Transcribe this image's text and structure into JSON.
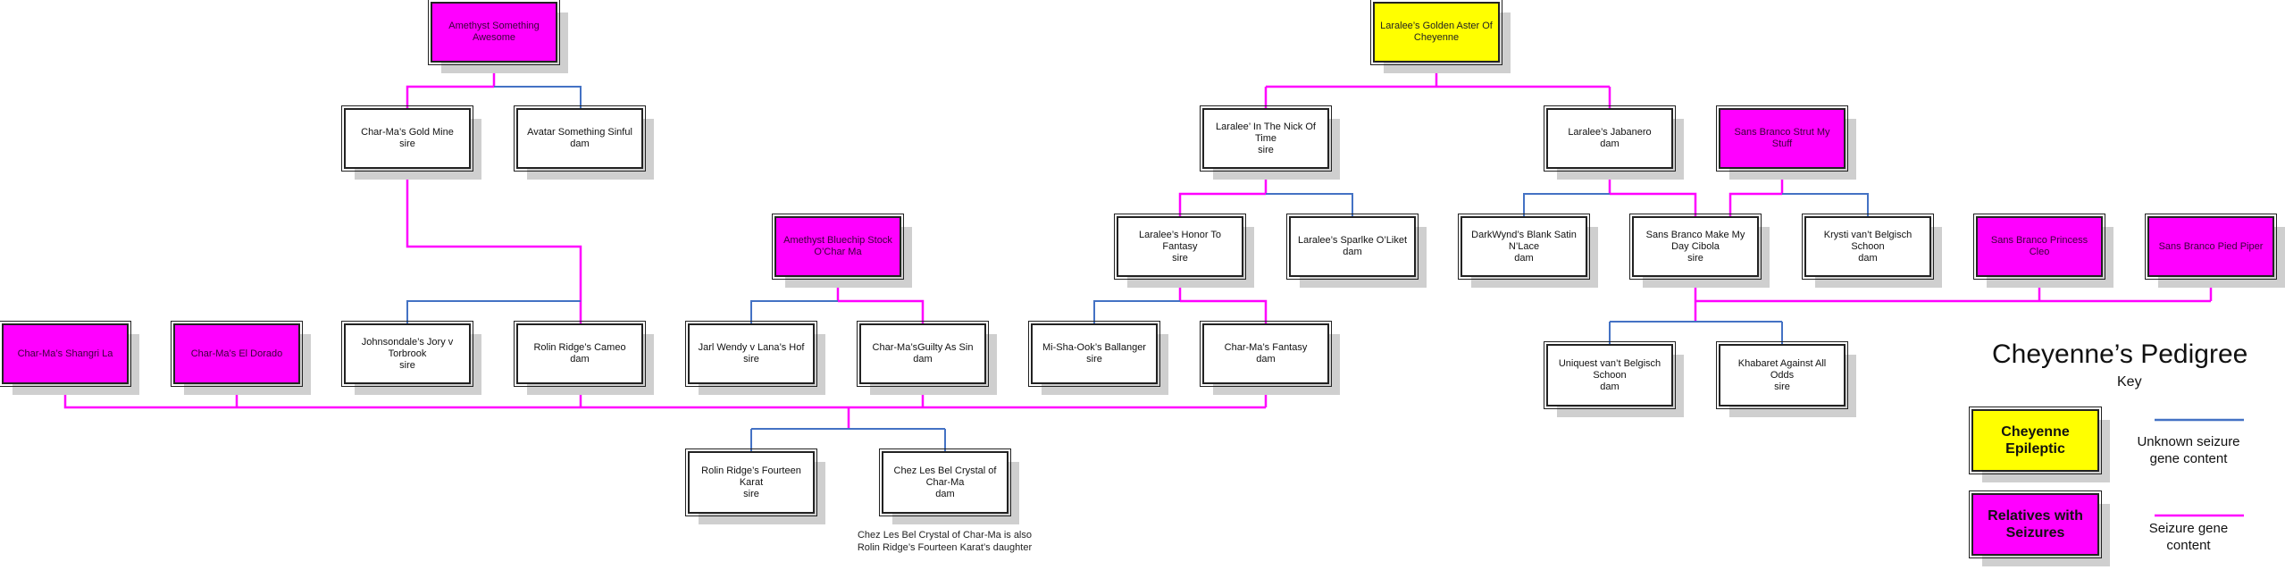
{
  "title": "Cheyenne’s Pedigree",
  "subtitle": "Key",
  "colors": {
    "seizure_line": "#ff00ff",
    "unknown_line": "#4472c4",
    "affected_fill": "#ff00ff",
    "epileptic_fill": "#ffff00"
  },
  "nodes": [
    {
      "id": "amethyst-something-awesome",
      "name": "Amethyst Something Awesome",
      "role": "",
      "status": "affected"
    },
    {
      "id": "laralee-golden-aster",
      "name": "Laralee’s Golden Aster Of Cheyenne",
      "role": "",
      "status": "epileptic"
    },
    {
      "id": "charma-gold-mine",
      "name": "Char-Ma’s Gold Mine",
      "role": "sire",
      "status": "unknown"
    },
    {
      "id": "avatar-something-sinful",
      "name": "Avatar Something Sinful",
      "role": "dam",
      "status": "unknown"
    },
    {
      "id": "laralee-nick-of-time",
      "name": "Laralee’ In The Nick Of Time",
      "role": "sire",
      "status": "unknown"
    },
    {
      "id": "laralee-jabanero",
      "name": "Laralee’s Jabanero",
      "role": "dam",
      "status": "unknown"
    },
    {
      "id": "sans-branco-strut",
      "name": "Sans Branco Strut My Stuff",
      "role": "",
      "status": "affected"
    },
    {
      "id": "amethyst-bluechip",
      "name": "Amethyst Bluechip Stock O’Char Ma",
      "role": "",
      "status": "affected"
    },
    {
      "id": "laralee-honor-fantasy",
      "name": "Laralee’s Honor To Fantasy",
      "role": "sire",
      "status": "unknown"
    },
    {
      "id": "laralee-sparkle",
      "name": "Laralee’s Sparlke O’Liket",
      "role": "dam",
      "status": "unknown"
    },
    {
      "id": "darkwynd-blank-satin",
      "name": "DarkWynd’s Blank Satin N’Lace",
      "role": "dam",
      "status": "unknown"
    },
    {
      "id": "sans-branco-make-my-day",
      "name": "Sans Branco Make My Day Cibola",
      "role": "sire",
      "status": "unknown"
    },
    {
      "id": "krysti-belgisch",
      "name": "Krysti van’t Belgisch Schoon",
      "role": "dam",
      "status": "unknown"
    },
    {
      "id": "sans-branco-princess-cleo",
      "name": "Sans Branco Princess Cleo",
      "role": "",
      "status": "affected"
    },
    {
      "id": "sans-branco-pied-piper",
      "name": "Sans Branco Pied Piper",
      "role": "",
      "status": "affected"
    },
    {
      "id": "charma-shangri-la",
      "name": "Char-Ma’s Shangri La",
      "role": "",
      "status": "affected"
    },
    {
      "id": "charma-el-dorado",
      "name": "Char-Ma’s El Dorado",
      "role": "",
      "status": "affected"
    },
    {
      "id": "johnsondale-jory",
      "name": "Johnsondale’s Jory v Torbrook",
      "role": "sire",
      "status": "unknown"
    },
    {
      "id": "rolin-ridge-cameo",
      "name": "Rolin Ridge’s Cameo",
      "role": "dam",
      "status": "unknown"
    },
    {
      "id": "jarl-wendy",
      "name": "Jarl Wendy v Lana’s Hof",
      "role": "sire",
      "status": "unknown"
    },
    {
      "id": "charma-guilty",
      "name": "Char-Ma’sGuilty As Sin",
      "role": "dam",
      "status": "unknown"
    },
    {
      "id": "mi-sha-ook",
      "name": "Mi-Sha-Ook’s Ballanger",
      "role": "sire",
      "status": "unknown"
    },
    {
      "id": "charma-fantasy",
      "name": "Char-Ma’s Fantasy",
      "role": "dam",
      "status": "unknown"
    },
    {
      "id": "uniquest-belgisch",
      "name": "Uniquest van’t Belgisch Schoon",
      "role": "dam",
      "status": "unknown"
    },
    {
      "id": "khabaret-against",
      "name": "Khabaret Against All Odds",
      "role": "sire",
      "status": "unknown"
    },
    {
      "id": "rolin-ridge-fourteen-karat",
      "name": "Rolin Ridge’s Fourteen Karat",
      "role": "sire",
      "status": "unknown"
    },
    {
      "id": "chez-les-bel-crystal",
      "name": "Chez Les Bel Crystal of Char-Ma",
      "role": "dam",
      "status": "unknown"
    }
  ],
  "note": "Chez Les Bel Crystal of Char-Ma is also Rolin Ridge’s Fourteen Karat’s daughter",
  "key": {
    "epileptic_label": "Cheyenne Epileptic",
    "affected_label": "Relatives with Seizures",
    "unknown_line_label": "Unknown seizure gene content",
    "seizure_line_label": "Seizure gene content"
  }
}
